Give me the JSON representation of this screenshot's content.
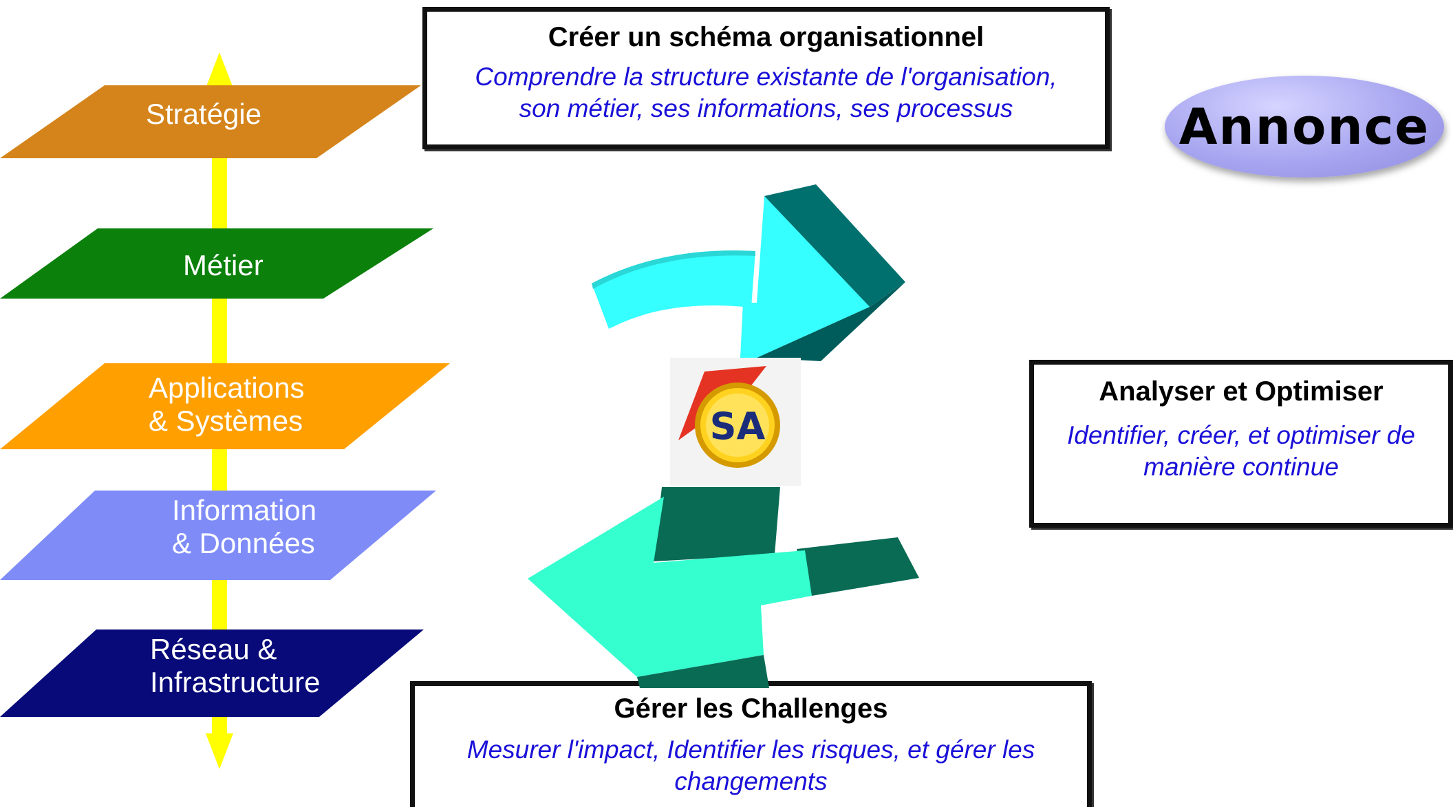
{
  "layers": [
    {
      "label": "Stratégie",
      "color": "#d4841a"
    },
    {
      "label": "Métier",
      "color": "#0b800b"
    },
    {
      "label": "Applications\n& Systèmes",
      "color": "#ff9f00"
    },
    {
      "label": "Information\n& Données",
      "color": "#7f8cf8"
    },
    {
      "label": "Réseau &\nInfrastructure",
      "color": "#070a78"
    }
  ],
  "boxes": {
    "top": {
      "title": "Créer un schéma organisationnel",
      "description": "Comprendre la structure existante de l'organisation, son métier, ses informations, ses processus"
    },
    "right": {
      "title": "Analyser et Optimiser",
      "description": "Identifier, créer, et optimiser de manière continue"
    },
    "bottom": {
      "title": "Gérer les Challenges",
      "description": "Mesurer l'impact, Identifier les risques, et  gérer les changements"
    }
  },
  "annonce": {
    "label": "Annonce"
  },
  "logo": {
    "text": "SA"
  },
  "colors": {
    "axis": "#ffff00",
    "arrow_light": "#35ffff",
    "arrow_dark": "#00706e",
    "arrow_green_light": "#35ffcf",
    "arrow_green_dark": "#0a6b55",
    "description_text": "#1a10d8"
  }
}
